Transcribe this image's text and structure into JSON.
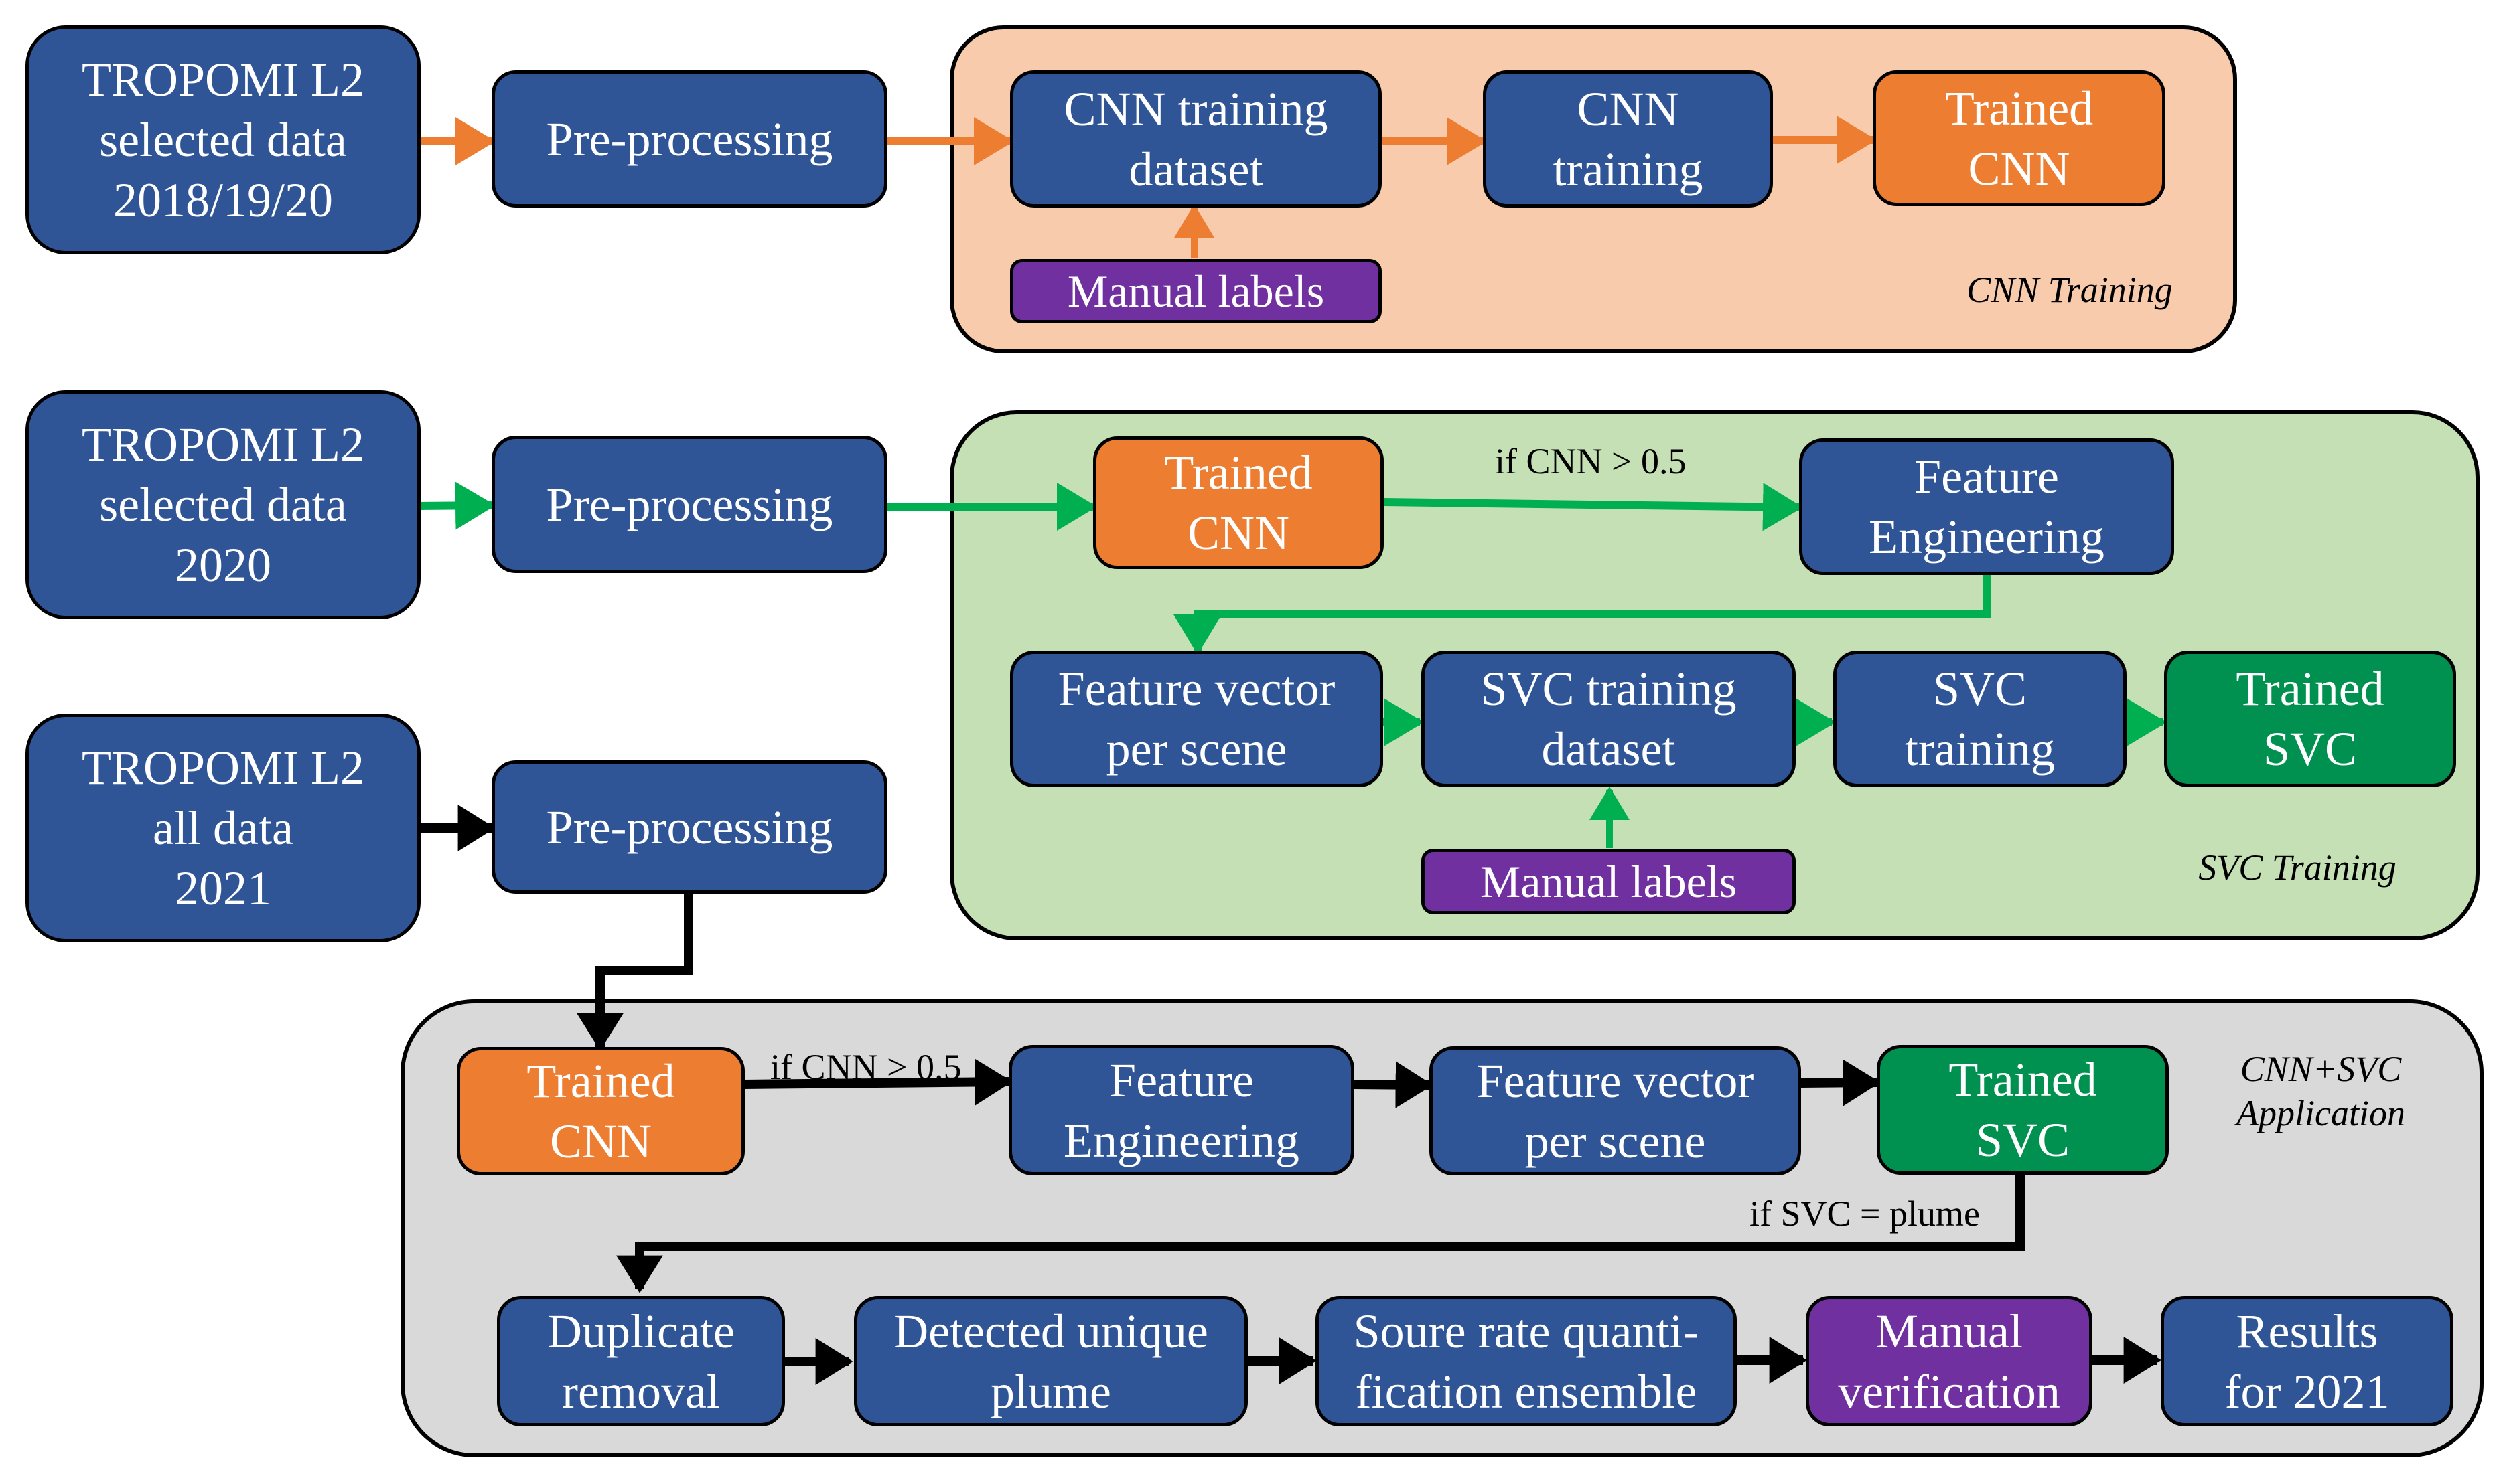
{
  "colors": {
    "node_blue": "#2f5597",
    "node_orange": "#ed7d31",
    "node_green": "#00904f",
    "node_purple": "#7030a0",
    "group_cnn_bg": "#f8cbad",
    "group_svc_bg": "#c5e0b4",
    "group_app_bg": "#d9d9d9",
    "arrow_orange": "#ed7d31",
    "arrow_green": "#00b050",
    "arrow_black": "#000000"
  },
  "groups": {
    "cnn_training": "CNN Training",
    "svc_training": "SVC Training",
    "application": "CNN+SVC\nApplication"
  },
  "row1": {
    "source": "TROPOMI L2\nselected data\n2018/19/20",
    "preprocessing": "Pre-processing",
    "cnn_dataset": "CNN training\ndataset",
    "cnn_training": "CNN\ntraining",
    "trained_cnn": "Trained\nCNN",
    "manual_labels": "Manual labels"
  },
  "row2": {
    "source": "TROPOMI L2\nselected data\n2020",
    "preprocessing": "Pre-processing",
    "trained_cnn": "Trained\nCNN",
    "condition": "if  CNN > 0.5",
    "feature_engineering": "Feature\nEngineering",
    "feature_vector": "Feature vector\nper scene",
    "svc_dataset": "SVC training\ndataset",
    "svc_training": "SVC\ntraining",
    "trained_svc": "Trained\nSVC",
    "manual_labels": "Manual labels"
  },
  "row3": {
    "source": "TROPOMI L2\nall data\n2021",
    "preprocessing": "Pre-processing",
    "trained_cnn": "Trained\nCNN",
    "condition_cnn": "if  CNN > 0.5",
    "feature_engineering": "Feature\nEngineering",
    "feature_vector": "Feature vector\nper scene",
    "trained_svc": "Trained\nSVC",
    "condition_svc": "if  SVC = plume",
    "duplicate_removal": "Duplicate\nremoval",
    "unique_plume": "Detected unique\nplume",
    "quantification": "Soure rate quanti-\nfication ensemble",
    "manual_verification": "Manual\nverification",
    "results": "Results\nfor 2021"
  }
}
